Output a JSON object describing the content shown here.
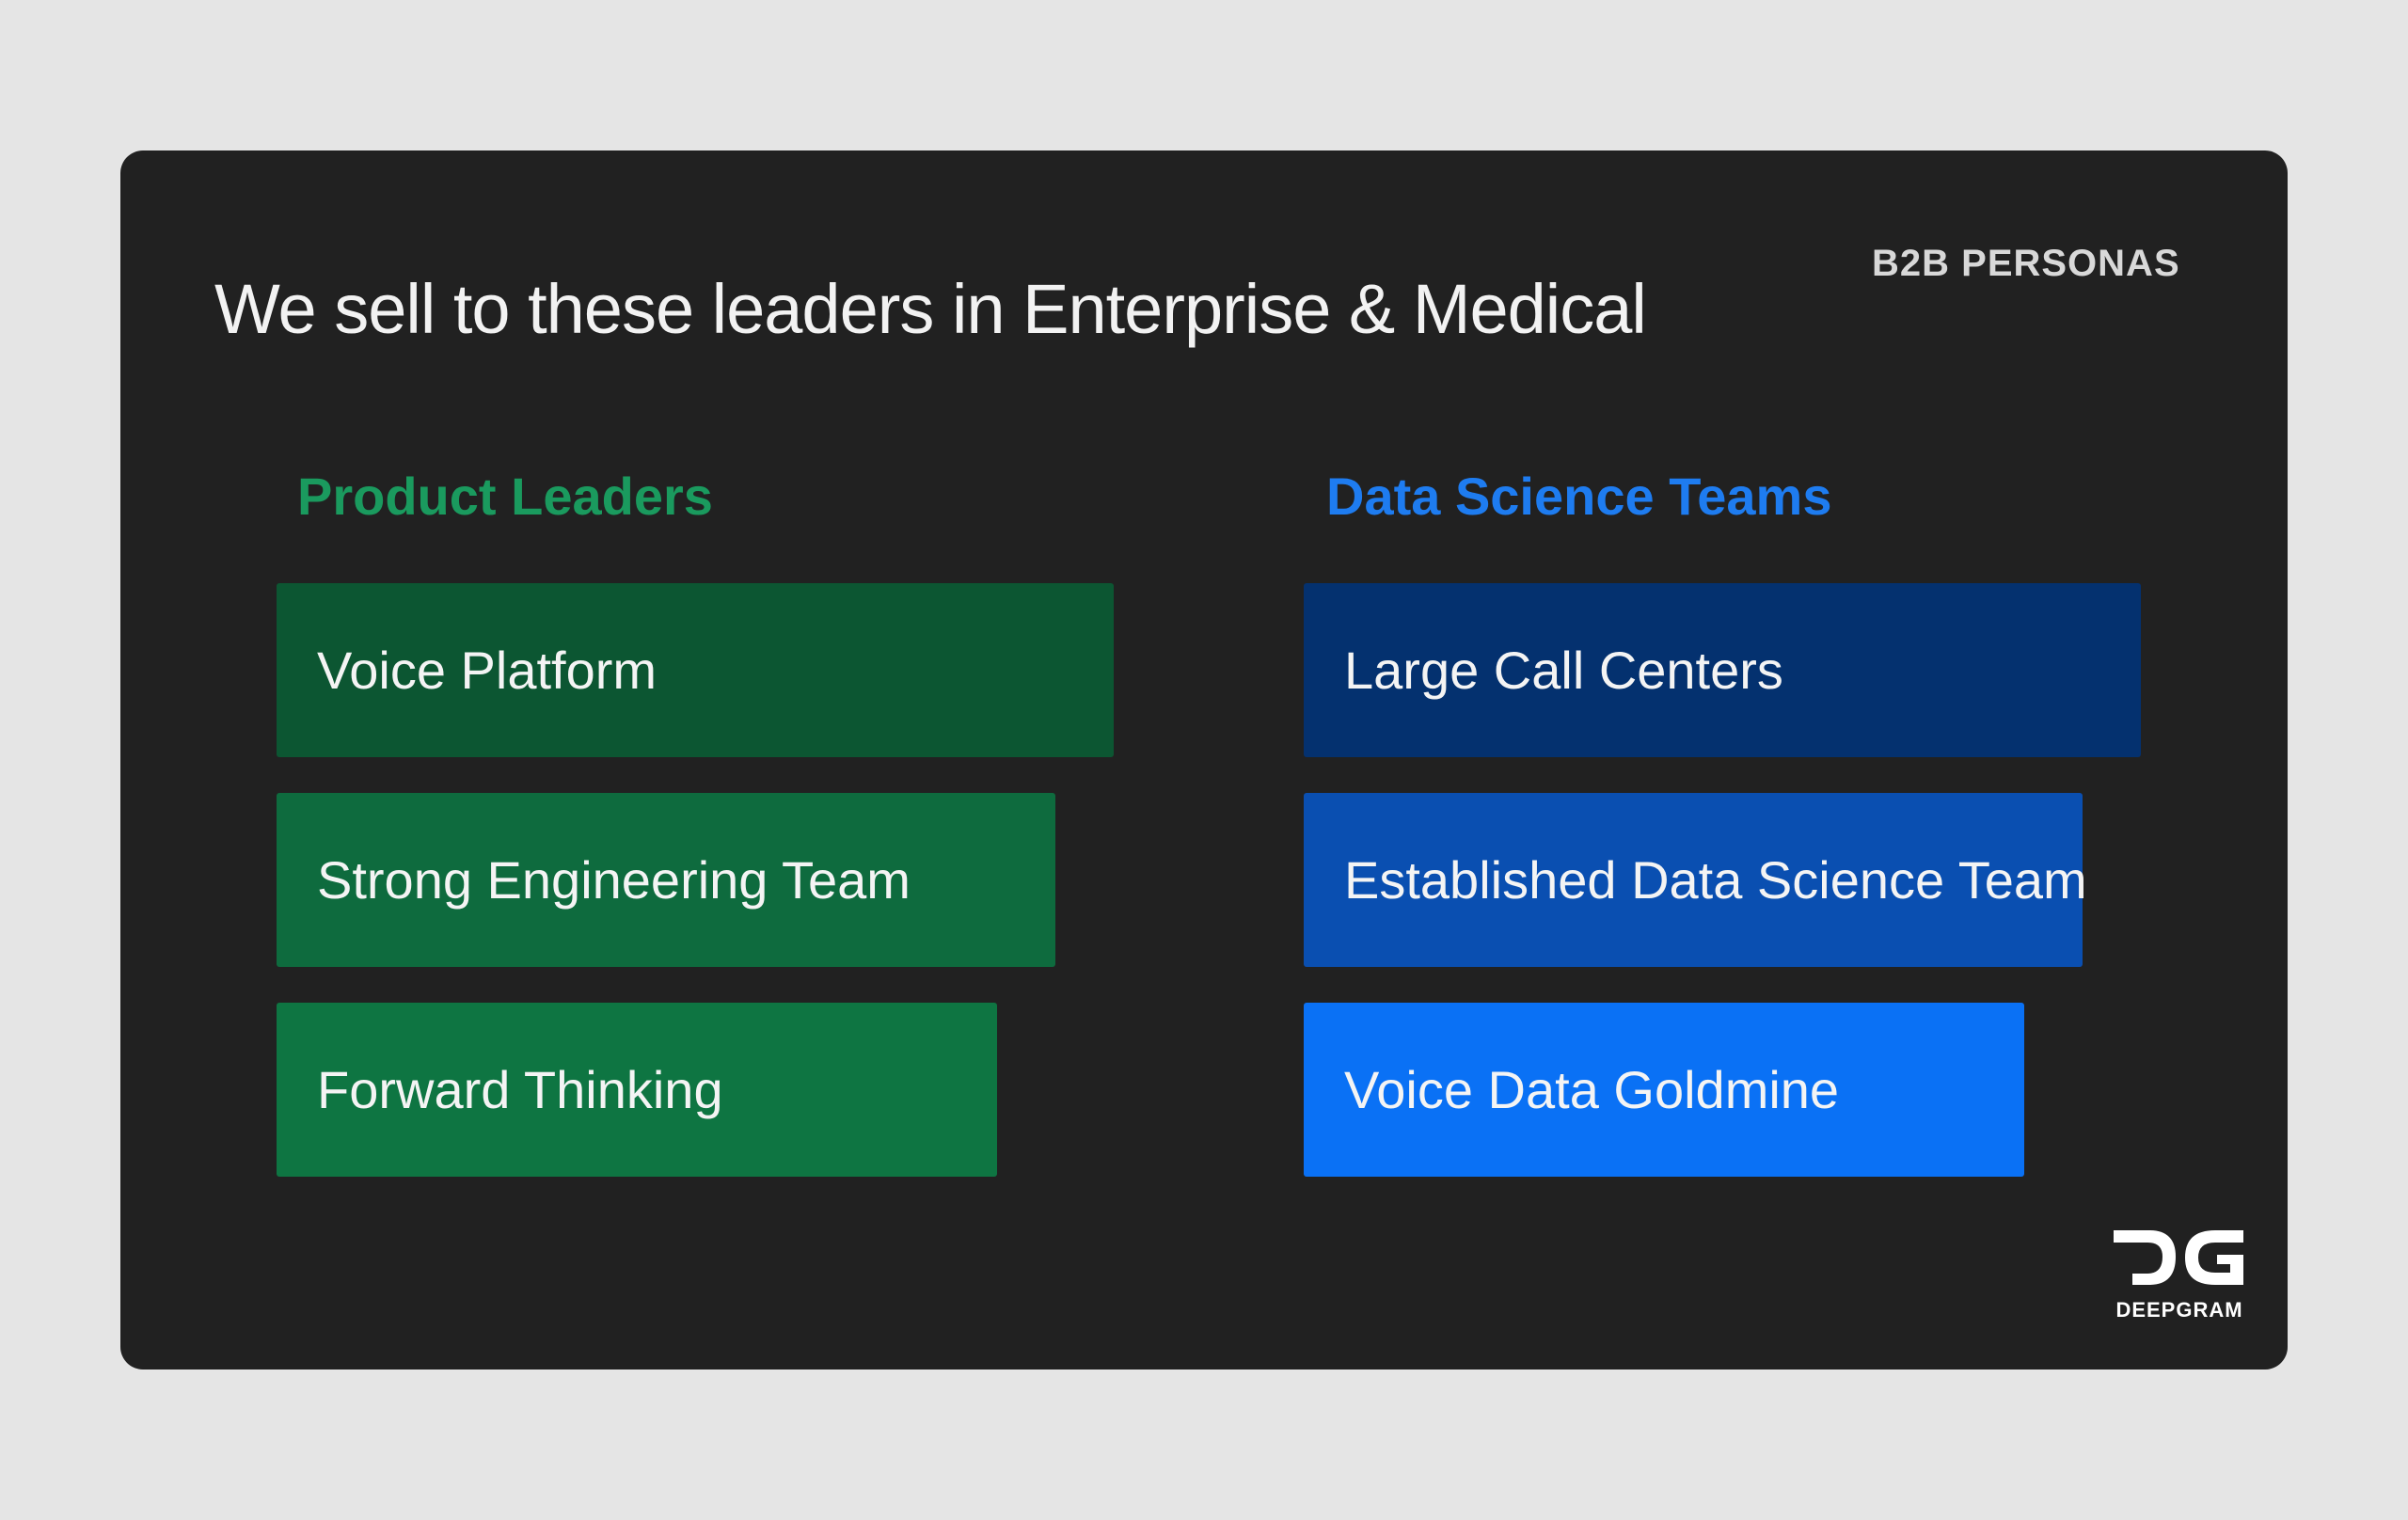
{
  "slide": {
    "tag": "B2B PERSONAS",
    "title": "We sell to these leaders in Enterprise & Medical"
  },
  "columns": [
    {
      "heading": "Product Leaders",
      "heading_color": "#1a9a5e",
      "items": [
        {
          "label": "Voice Platform",
          "color": "#0c5632"
        },
        {
          "label": "Strong Engineering Team",
          "color": "#0e6b3e"
        },
        {
          "label": "Forward Thinking",
          "color": "#0e7542"
        }
      ]
    },
    {
      "heading": "Data Science Teams",
      "heading_color": "#1e7cf0",
      "items": [
        {
          "label": "Large Call Centers",
          "color": "#04316f"
        },
        {
          "label": "Established Data Science Team",
          "color": "#0a4fb1"
        },
        {
          "label": "Voice Data Goldmine",
          "color": "#0a71f5"
        }
      ]
    }
  ],
  "logo": {
    "icon": "deepgram-logo-icon",
    "text": "DEEPGRAM"
  },
  "colors": {
    "page_background": "#e5e5e5",
    "slide_background": "#212121"
  }
}
